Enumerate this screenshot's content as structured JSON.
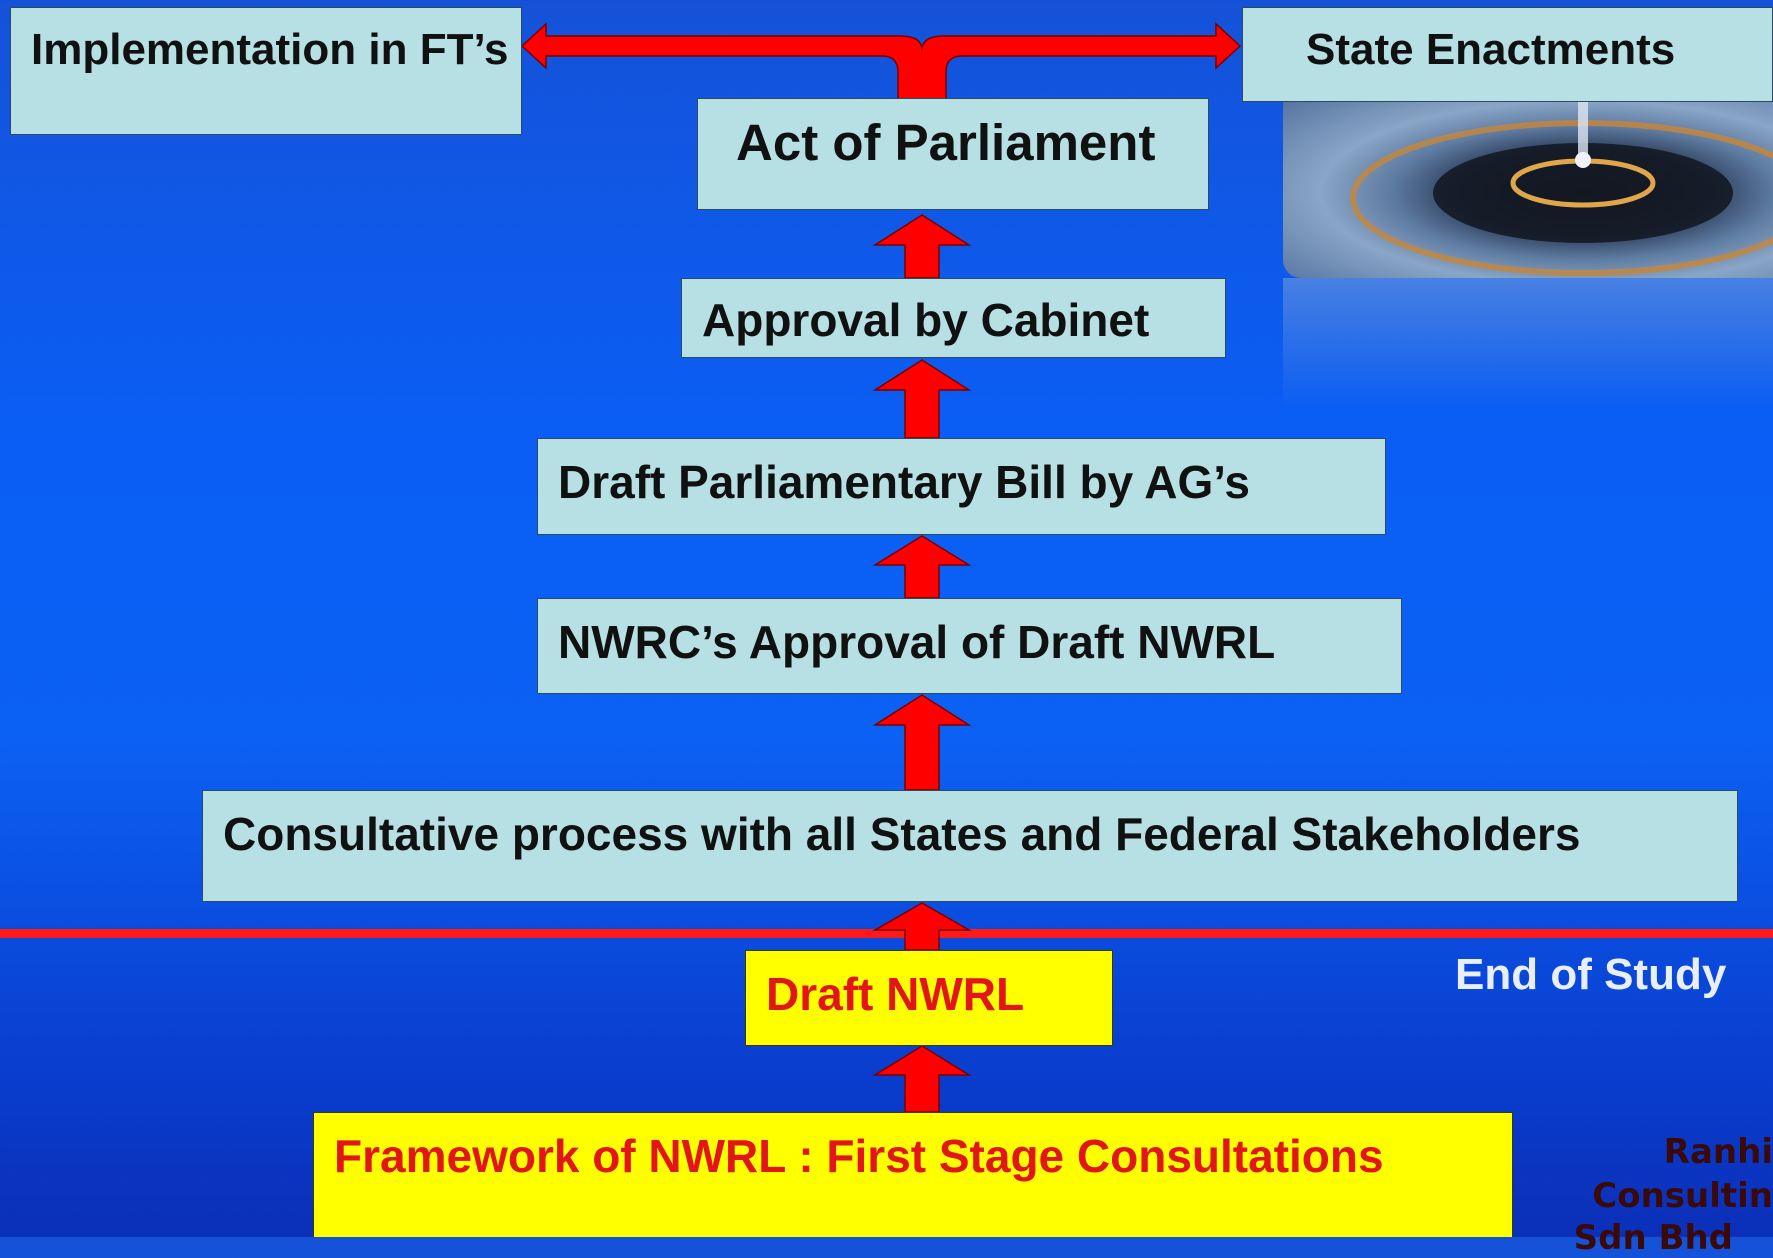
{
  "flow": {
    "implementation": "Implementation in FT’s",
    "state_enactments": "State Enactments",
    "act_of_parliament": "Act of Parliament",
    "approval_cabinet": "Approval by Cabinet",
    "draft_bill": "Draft Parliamentary Bill by AG’s",
    "nwrc_approval": "NWRC’s Approval of  Draft NWRL",
    "consultative": "Consultative process with all States and Federal Stakeholders",
    "draft_nwrl": "Draft NWRL",
    "framework": "Framework of NWRL : First Stage Consultations"
  },
  "end_of_study": "End of Study",
  "credit": {
    "line1": "Ranhi",
    "line2": "Consultin",
    "line3": "Sdn Bhd"
  },
  "colors": {
    "arrow": "#ff0000",
    "box": "#b7e0e4",
    "highlight_box": "#ffff00",
    "divider": "#ff1a1a"
  }
}
